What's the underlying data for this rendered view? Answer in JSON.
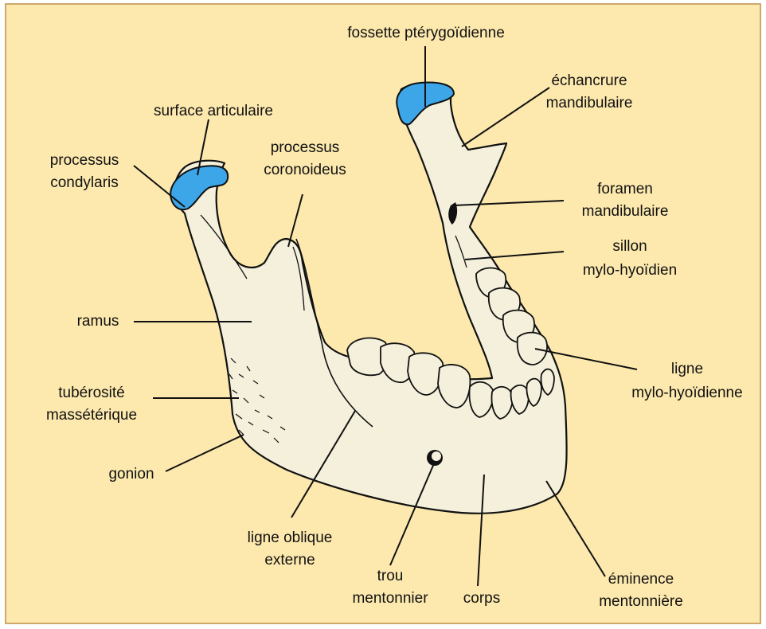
{
  "colors": {
    "background": "#fde9ae",
    "bone": "#f4f0dc",
    "outline": "#111111",
    "articular": "#3da6e8",
    "frame": "#cfa86a"
  },
  "labels": {
    "fossette": "fossette ptérygoïdienne",
    "surface_articulaire": "surface articulaire",
    "echancrure_1": "échancrure",
    "echancrure_2": "mandibulaire",
    "processus_condylaris_1": "processus",
    "processus_condylaris_2": "condylaris",
    "processus_coronoideus_1": "processus",
    "processus_coronoideus_2": "coronoideus",
    "foramen_1": "foramen",
    "foramen_2": "mandibulaire",
    "sillon_1": "sillon",
    "sillon_2": "mylo-hyoïdien",
    "ramus": "ramus",
    "ligne_mylo_1": "ligne",
    "ligne_mylo_2": "mylo-hyoïdienne",
    "tuberosite_1": "tubérosité",
    "tuberosite_2": "massétérique",
    "gonion": "gonion",
    "ligne_oblique_1": "ligne oblique",
    "ligne_oblique_2": "externe",
    "trou_1": "trou",
    "trou_2": "mentonnier",
    "corps": "corps",
    "eminence_1": "éminence",
    "eminence_2": "mentonnière"
  }
}
